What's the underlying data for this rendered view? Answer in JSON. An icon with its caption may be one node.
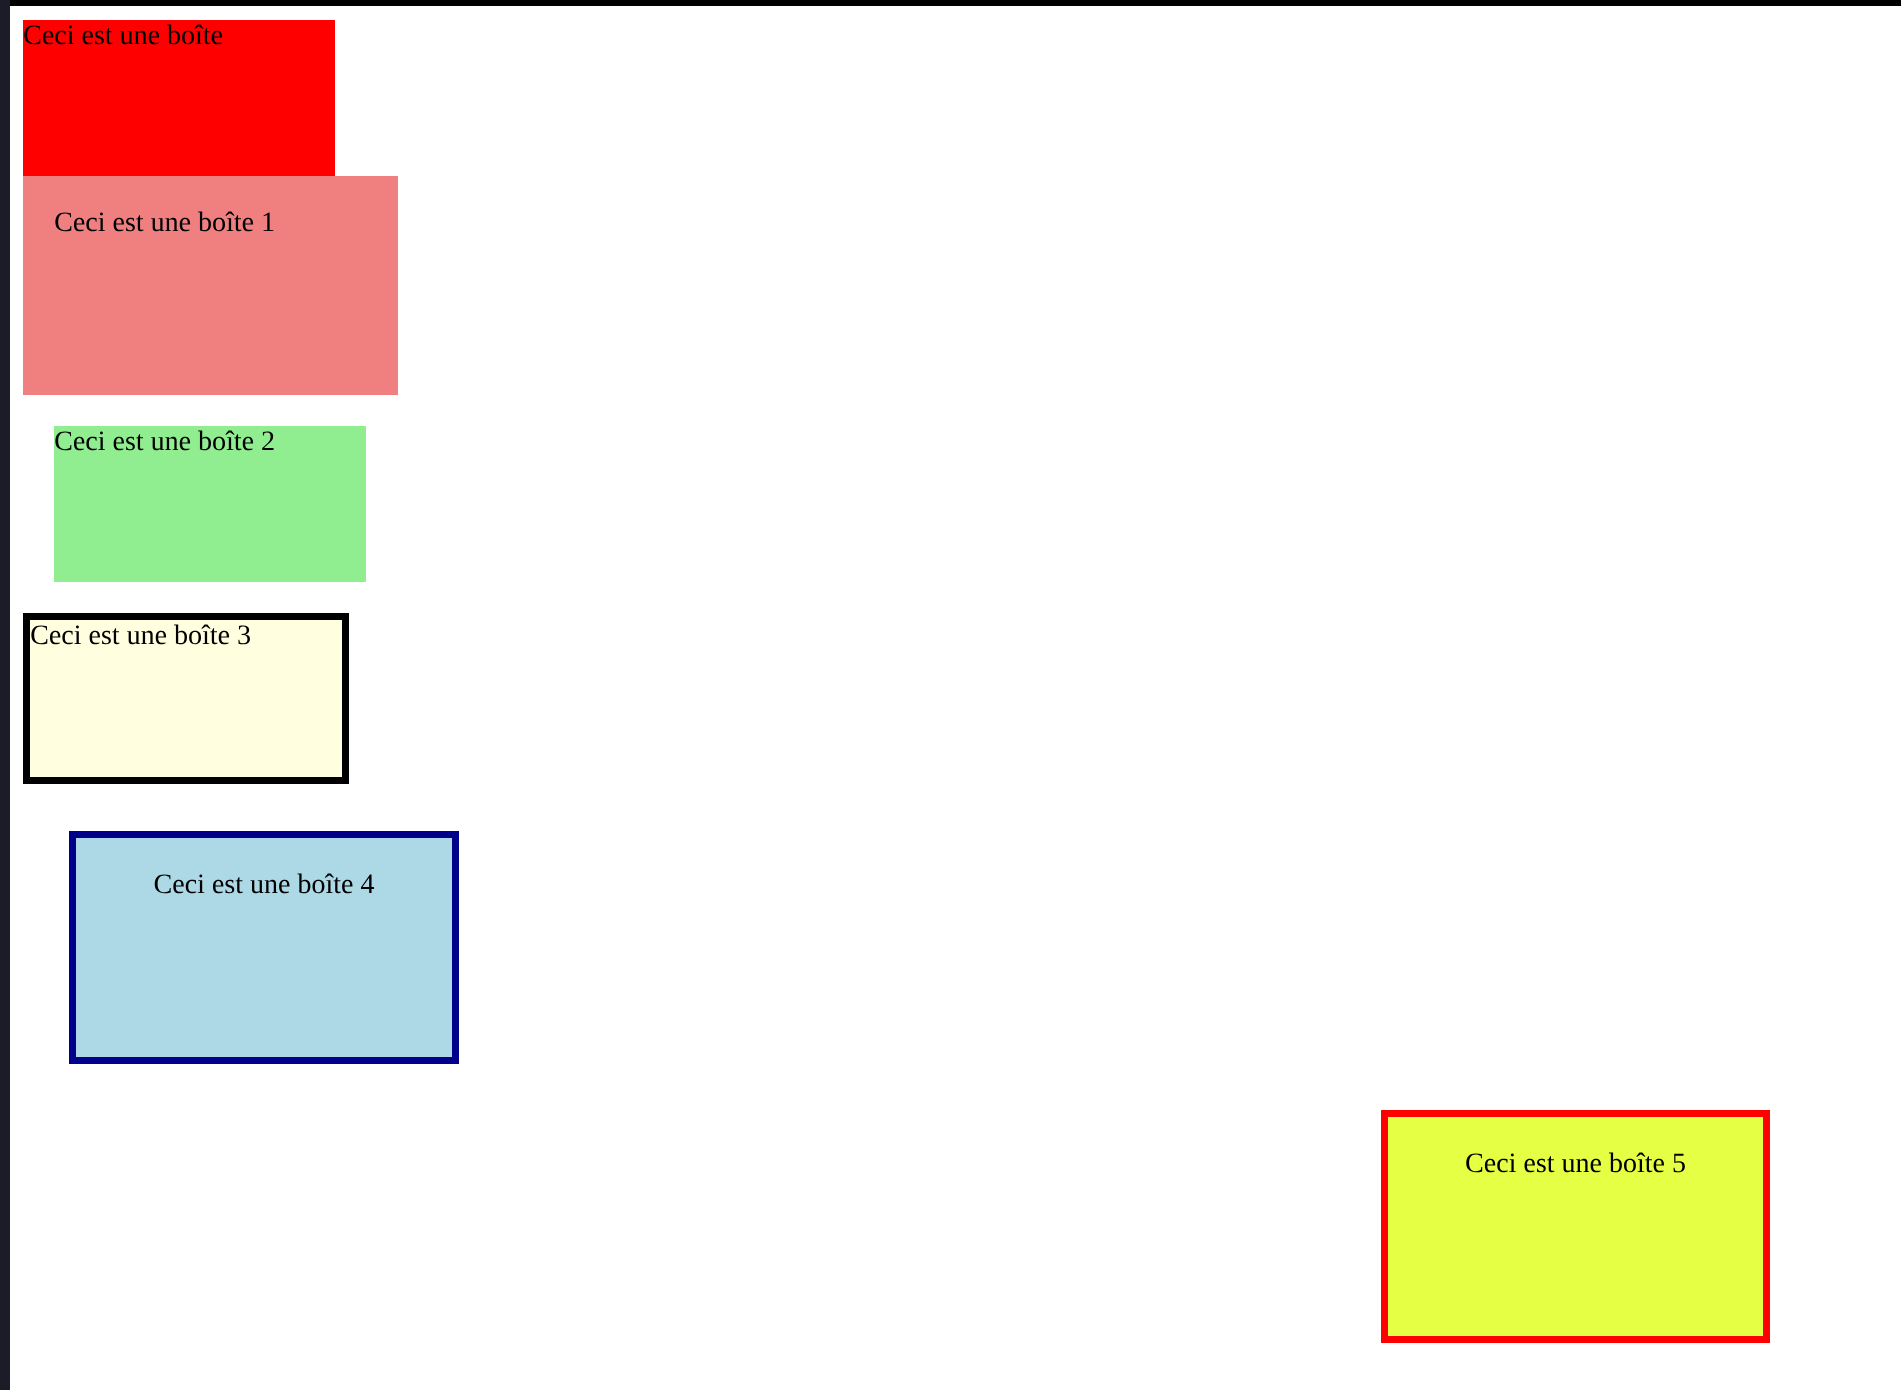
{
  "diagram": {
    "nodes": [
      {
        "text": [
          "Ceci est une boîte"
        ]
      },
      {
        "text": [
          "Ceci est une boîte 1"
        ]
      },
      {
        "text": [
          "Ceci est une boîte 2"
        ]
      },
      {
        "text": [
          "Ceci est une boîte 3"
        ]
      },
      {
        "text": [
          "Ceci est une boîte 4"
        ]
      },
      {
        "text": [
          "Ceci est une boîte 5"
        ]
      }
    ]
  }
}
